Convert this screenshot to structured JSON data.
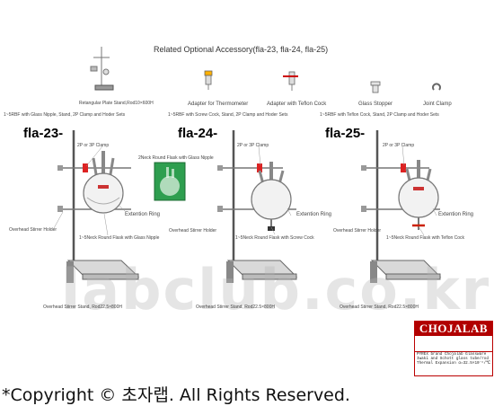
{
  "header": {
    "title": "Related Optional Accessory(fla-23, fla-24, fla-25)"
  },
  "accessories": [
    {
      "label": "Retangular Plate Stand,Rod10×600H"
    },
    {
      "label": "Adapter for Thermometer"
    },
    {
      "label": "Adapter with Teflon Cock"
    },
    {
      "label": "Glass Stopper"
    },
    {
      "label": "Joint Clamp"
    }
  ],
  "sets": [
    {
      "model": "fla-23-",
      "description": "1~5RBF with Glass Nipple, Stand, 2P Clamp and Hoder Sets",
      "clamp": "2P or 3P Clamp",
      "ring": "Extention Ring",
      "holder": "Overhead Stirrer Holder",
      "flask": "1~5Neck Round Flask with Glass Nipple",
      "stand": "Overhead Stirrer Stand, Rod22.5×800H"
    },
    {
      "model": "fla-24-",
      "description": "1~5RBF with Screw Cock, Stand, 2P Clamp and Hoder Sets",
      "clamp": "2P or 3P Clamp",
      "ring": "Extention Ring",
      "holder": "Overhead Stirrer Holder",
      "flask": "1~5Neck Round Flask with Screw Cock",
      "stand": "Overhead Stirrer Stand, Rod22.5×800H"
    },
    {
      "model": "fla-25-",
      "description": "1~5RBF with Teflon Cock, Stand, 2P Clamp and Hoder Sets",
      "clamp": "2P or 3P Clamp",
      "ring": "Extention Ring",
      "holder": "Overhead Stirrer Holder",
      "flask": "1~5Neck Round Flask with Teflon Cock",
      "stand": "Overhead Stirrer Stand, Rod22.5×800H"
    }
  ],
  "photo": {
    "caption": "2Neck Round Flask with Glass Nipple"
  },
  "watermark": "labclub.co.kr",
  "brand": {
    "name": "CHOJALAB",
    "lines": [
      "PYREX brand Chojalab Glassware",
      "Iwaki and Schott glass tube/rod",
      "Thermal Expansion α=32.5×10⁻⁶/℃"
    ]
  },
  "footer": {
    "copyright": "*Copyright © 초자랩.     All Rights Reserved."
  }
}
